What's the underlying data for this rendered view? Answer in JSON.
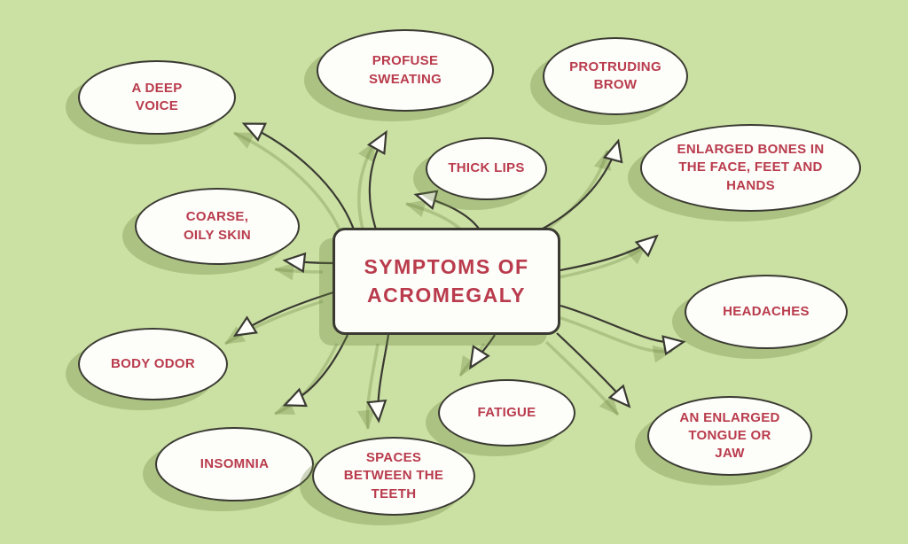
{
  "title": {
    "text": "SYMPTOMS OF ACROMEGALY"
  },
  "nodes": [
    {
      "id": "a-deep-voice",
      "label": "A DEEP VOICE"
    },
    {
      "id": "profuse-sweating",
      "label": "PROFUSE SWEATING"
    },
    {
      "id": "protruding-brow",
      "label": "PROTRUDING BROW"
    },
    {
      "id": "thick-lips",
      "label": "THICK LIPS"
    },
    {
      "id": "enlarged-bones",
      "label": "ENLARGED BONES IN THE FACE, FEET AND HANDS"
    },
    {
      "id": "coarse-oily-skin",
      "label": "COARSE, OILY SKIN"
    },
    {
      "id": "headaches",
      "label": "HEADACHES"
    },
    {
      "id": "body-odor",
      "label": "BODY ODOR"
    },
    {
      "id": "fatigue",
      "label": "FATIGUE"
    },
    {
      "id": "enlarged-tongue",
      "label": "AN ENLARGED TONGUE OR JAW"
    },
    {
      "id": "insomnia",
      "label": "INSOMNIA"
    },
    {
      "id": "spaces-teeth",
      "label": "SPACES BETWEEN THE TEETH"
    }
  ],
  "colors": {
    "background": "#cbe0a3",
    "node_fill": "#fdfdfa",
    "outline": "#3a3a32",
    "text_red": "#b93b4c",
    "shadow_green": "#aec584"
  }
}
